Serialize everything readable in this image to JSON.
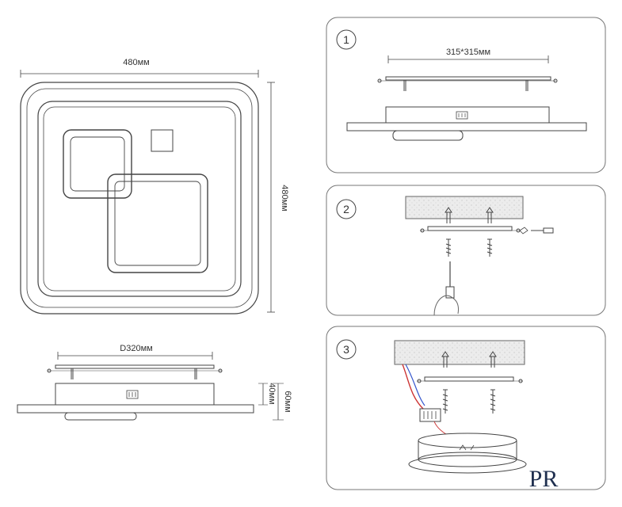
{
  "top_view": {
    "width_label": "480мм",
    "height_label": "480мм"
  },
  "side_view": {
    "diameter_label": "D320мм",
    "depth_label": "40мм",
    "total_label": "60мм"
  },
  "steps": [
    {
      "number": "1",
      "mount_label": "315*315мм"
    },
    {
      "number": "2"
    },
    {
      "number": "3"
    }
  ],
  "logo": {
    "text": "PR"
  },
  "colors": {
    "line": "#444444",
    "panel_border": "#555555",
    "wire_red": "#cc3333",
    "wire_blue": "#3355cc",
    "ceiling_fill": "#e6e6e6",
    "logo": "#1f2f4f"
  }
}
